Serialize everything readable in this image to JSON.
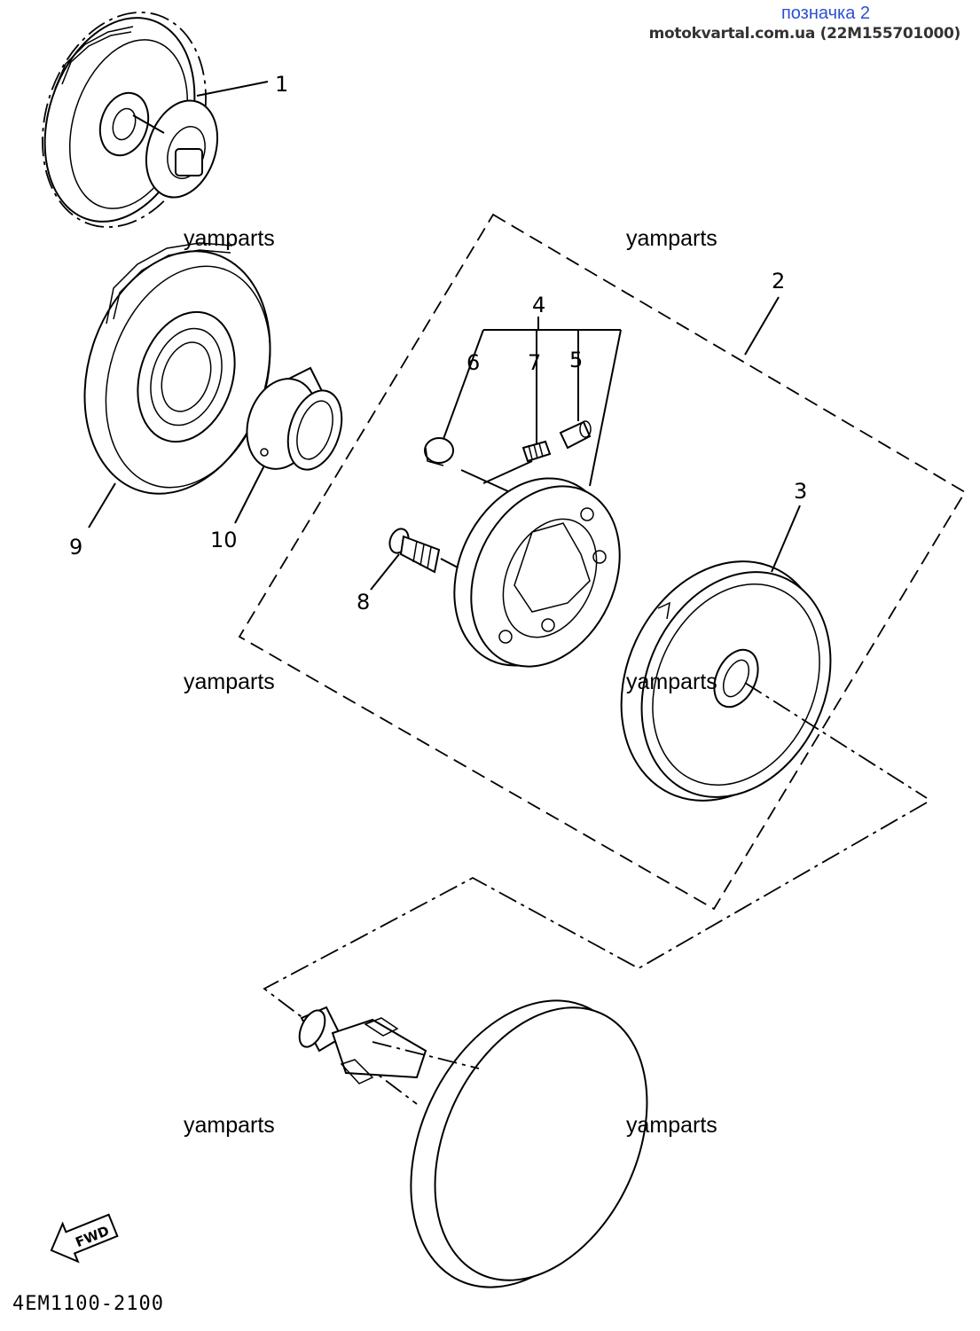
{
  "header": {
    "label": "позначка 2",
    "site": "motokvartal.com.ua (22M155701000)"
  },
  "watermarks": [
    "yamparts",
    "yamparts",
    "yamparts",
    "yamparts",
    "yamparts",
    "yamparts"
  ],
  "callouts": {
    "c1": "1",
    "c2": "2",
    "c3": "3",
    "c4": "4",
    "c5": "5",
    "c6": "6",
    "c7": "7",
    "c8": "8",
    "c9": "9",
    "c10": "10"
  },
  "fwd_label": "FWD",
  "diagram_code": "4EM1100-2100"
}
